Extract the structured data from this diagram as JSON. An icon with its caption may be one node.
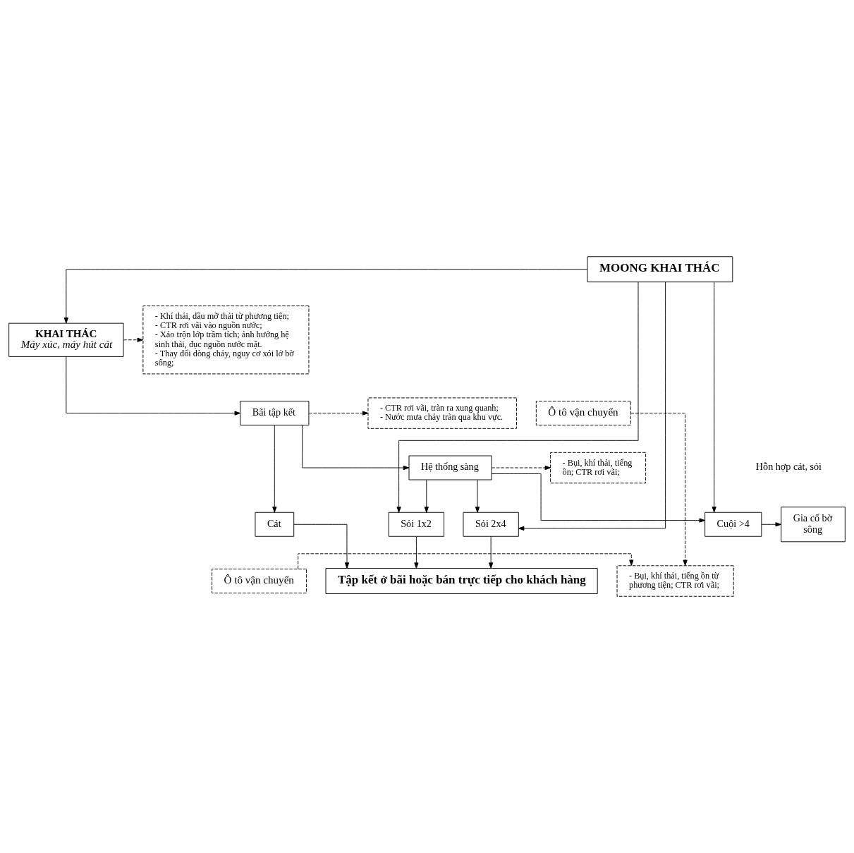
{
  "diagram": {
    "nodes": [
      {
        "text": [
          "MOONG KHAI THÁC"
        ]
      },
      {
        "text": [
          "KHAI THÁC",
          "Máy xúc, máy hút cát"
        ]
      },
      {
        "text": [
          "Bãi tập kết"
        ]
      },
      {
        "text": [
          "Ô tô vận chuyển"
        ]
      },
      {
        "text": [
          "Hệ thống sàng"
        ]
      },
      {
        "text": [
          "Cát"
        ]
      },
      {
        "text": [
          "Sỏi 1x2"
        ]
      },
      {
        "text": [
          "Sỏi 2x4"
        ]
      },
      {
        "text": [
          "Cuội >4"
        ]
      },
      {
        "text": [
          "Gia cố bờ sông"
        ]
      },
      {
        "text": [
          "Ô tô vận chuyển"
        ]
      },
      {
        "text": [
          "Tập kết ở bãi hoặc bán trực tiếp cho khách hàng"
        ]
      },
      {
        "text": [
          "- Khí thải, dầu mỡ thải từ phương tiện;",
          "- CTR rơi vãi vào nguồn nước;",
          "- Xáo trộn lớp trầm tích; ảnh hưởng hệ sinh thái, đục nguồn nước mặt.",
          "- Thay đổi dòng chảy, nguy cơ xói lở bờ sông;"
        ]
      },
      {
        "text": [
          "- CTR rơi vãi, tràn ra xung quanh;",
          "- Nước mưa chảy tràn qua khu vực."
        ]
      },
      {
        "text": [
          "- Bụi, khí thải, tiếng ồn; CTR rơi vãi;"
        ]
      },
      {
        "text": [
          "- Bụi, khí thải, tiếng ồn từ phương tiện; CTR rơi vãi;"
        ]
      }
    ],
    "edges": [
      {
        "from": 0,
        "to": 1,
        "arrow": "to"
      },
      {
        "from": 1,
        "to": 12,
        "arrow": "to",
        "style": "dashed"
      },
      {
        "from": 1,
        "to": 2,
        "arrow": "to"
      },
      {
        "from": 2,
        "to": 13,
        "arrow": "to",
        "style": "dashed"
      },
      {
        "from": 2,
        "to": 4,
        "arrow": "to"
      },
      {
        "from": 2,
        "to": 5,
        "arrow": "to"
      },
      {
        "from": 4,
        "to": 14,
        "arrow": "to",
        "style": "dashed"
      },
      {
        "from": 4,
        "to": 6,
        "arrow": "to"
      },
      {
        "from": 4,
        "to": 7,
        "arrow": "to"
      },
      {
        "from": 4,
        "to": 8,
        "arrow": "to"
      },
      {
        "from": 0,
        "to": 6,
        "arrow": "to"
      },
      {
        "from": 0,
        "to": 7,
        "arrow": "to"
      },
      {
        "from": 0,
        "to": 8,
        "arrow": "to"
      },
      {
        "from": 8,
        "to": 9,
        "arrow": "to"
      },
      {
        "from": 5,
        "to": 11,
        "arrow": "to"
      },
      {
        "from": 6,
        "to": 11,
        "arrow": "to"
      },
      {
        "from": 7,
        "to": 11,
        "arrow": "to"
      },
      {
        "from": 3,
        "to": 15,
        "arrow": "to",
        "style": "dashed"
      },
      {
        "from": 10,
        "to": 15,
        "arrow": "to",
        "style": "dashed"
      }
    ],
    "labels": [
      "Hỗn hợp cát, sỏi"
    ]
  }
}
